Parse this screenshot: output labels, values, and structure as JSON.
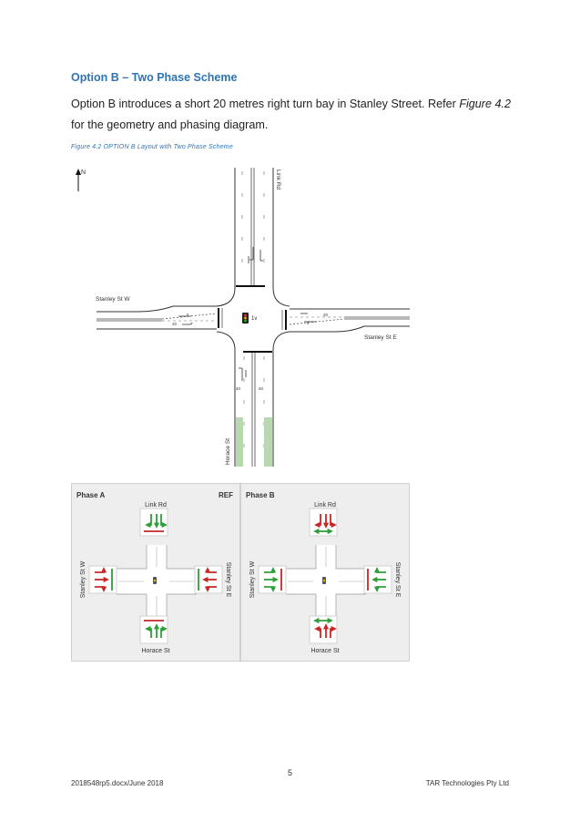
{
  "heading": "Option B – Two Phase Scheme",
  "paragraph": {
    "part1": "Option B introduces a short 20 metres right turn bay in Stanley Street. Refer ",
    "figure_ref": "Figure 4.2",
    "part2": " for the geometry and phasing diagram."
  },
  "caption": "Figure 4.2 OPTION B Layout with Two Phase Scheme",
  "layout_diagram": {
    "north_label": "N",
    "streets": {
      "north": "Link Rd",
      "west": "Stanley St W",
      "east": "Stanley St E",
      "south": "Horace St"
    },
    "signal_label": "1v",
    "turn_bay_length_west": "20",
    "turn_bay_length_east": "20",
    "speed_marking_1": "40",
    "speed_marking_2": "40"
  },
  "phases": [
    {
      "title": "Phase A",
      "tag": "REF",
      "north": "Link Rd",
      "west": "Stanley St W",
      "east": "Stanley St E",
      "south": "Horace St"
    },
    {
      "title": "Phase B",
      "tag": "",
      "north": "Link Rd",
      "west": "Stanley St W",
      "east": "Stanley St E",
      "south": "Horace St"
    }
  ],
  "colors": {
    "heading": "#2e74b5",
    "caption": "#2e74b5",
    "go_arrow": "#2e9e3a",
    "stop_arrow": "#c62828",
    "panel_bg": "#eeeeee"
  },
  "footer": {
    "page_number": "5",
    "left": "2018548rp5.docx/June 2018",
    "right": "TAR Technologies Pty Ltd"
  }
}
